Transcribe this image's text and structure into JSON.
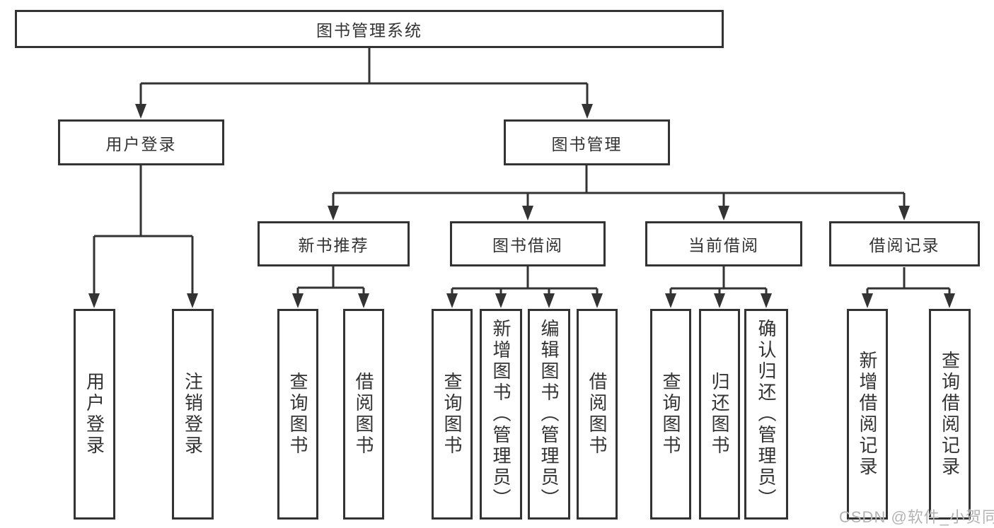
{
  "tree": {
    "root": {
      "label": "图书管理系统"
    },
    "level2": [
      {
        "label": "用户登录",
        "leaves": [
          {
            "label": "用户登录"
          },
          {
            "label": "注销登录"
          }
        ]
      },
      {
        "label": "图书管理",
        "groups": [
          {
            "label": "新书推荐",
            "leaves": [
              {
                "label": "查询图书"
              },
              {
                "label": "借阅图书"
              }
            ]
          },
          {
            "label": "图书借阅",
            "leaves": [
              {
                "label": "查询图书"
              },
              {
                "label": "新增图书（管理员）"
              },
              {
                "label": "编辑图书（管理员）"
              },
              {
                "label": "借阅图书"
              }
            ]
          },
          {
            "label": "当前借阅",
            "leaves": [
              {
                "label": "查询图书"
              },
              {
                "label": "归还图书"
              },
              {
                "label": "确认归还（管理员）"
              }
            ]
          },
          {
            "label": "借阅记录",
            "leaves": [
              {
                "label": "新增借阅记录"
              },
              {
                "label": "查询借阅记录"
              }
            ]
          }
        ]
      }
    ]
  },
  "watermark": "CSDN @软件_小贺同学",
  "colors": {
    "line": "#333333",
    "text": "#333333",
    "watermark": "#b3b3b3",
    "bg": "#ffffff"
  }
}
